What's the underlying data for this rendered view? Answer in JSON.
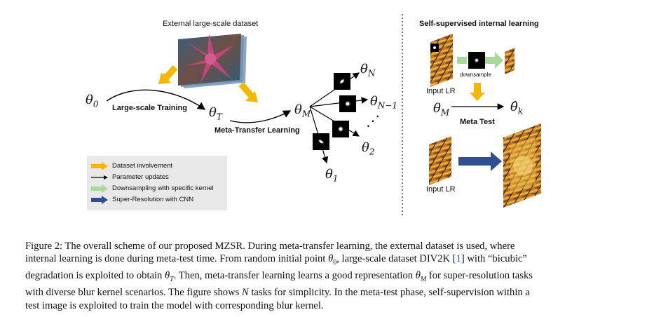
{
  "figure": {
    "left": {
      "dataset_title": "External large-scale dataset",
      "theta0": "θ",
      "theta0_sub": "0",
      "thetaT": "θ",
      "thetaT_sub": "T",
      "thetaM": "θ",
      "thetaM_sub": "M",
      "large_scale_training": "Large-scale Training",
      "meta_transfer_learning": "Meta-Transfer Learning",
      "thetaN": "θ",
      "thetaN_sub": "N",
      "thetaN1": "θ",
      "thetaN1_sub": "N−1",
      "theta2": "θ",
      "theta2_sub": "2",
      "theta1": "θ",
      "theta1_sub": "1",
      "dots": "⋰"
    },
    "legend": {
      "items": [
        {
          "label": "Dataset involvement",
          "color": "#f5b800"
        },
        {
          "label": "Parameter updates",
          "color": "#000000"
        },
        {
          "label": "Downsampling with specific kernel",
          "color": "#a8d89a"
        },
        {
          "label": "Super-Resolution with CNN",
          "color": "#2f4f8f"
        }
      ]
    },
    "right": {
      "title": "Self-supervised internal learning",
      "input_lr_top": "Input LR",
      "downsample": "downsample",
      "thetaM": "θ",
      "thetaM_sub": "M",
      "thetak": "θ̂",
      "thetak_sub": "k",
      "meta_test": "Meta Test",
      "input_lr_bottom": "Input LR"
    }
  },
  "caption": {
    "label": "Figure 2:",
    "line1": "The overall scheme of our proposed MZSR. During meta-transfer learning, the external dataset is used, where",
    "line2_a": "internal learning is done during meta-test time. From random initial point ",
    "line2_theta": "θ",
    "line2_sub": "0",
    "line2_b": ", large-scale dataset DIV2K [",
    "line2_ref": "1",
    "line2_c": "] with “bicubic”",
    "line3_a": "degradation is exploited to obtain ",
    "line3_theta": "θ",
    "line3_sub": "T",
    "line3_b": ". Then, meta-transfer learning learns a good representation ",
    "line3_theta2": "θ",
    "line3_sub2": "M",
    "line3_c": " for super-resolution tasks",
    "line4_a": "with diverse blur kernel scenarios. The figure shows ",
    "line4_N": "N",
    "line4_b": " tasks for simplicity. In the meta-test phase, self-supervision within a",
    "line5": "test image is exploited to train the model with corresponding blur kernel."
  }
}
